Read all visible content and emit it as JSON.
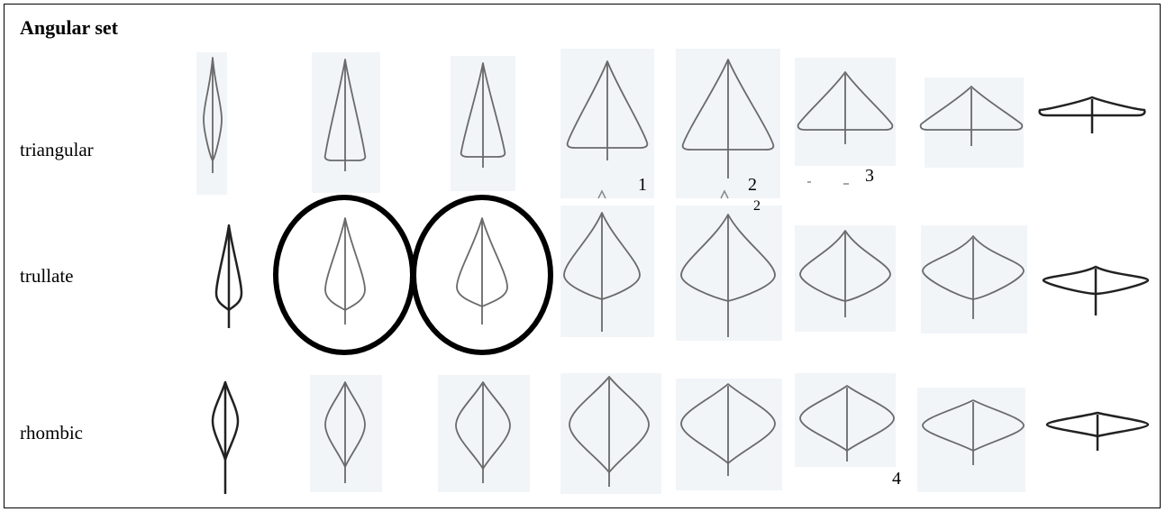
{
  "title": "Angular set",
  "rows": [
    {
      "label": "triangular"
    },
    {
      "label": "trullate"
    },
    {
      "label": "rhombic"
    }
  ],
  "markers": [
    "1",
    "2",
    "3",
    "4"
  ],
  "stray_mark": "2",
  "colors": {
    "panel": "#f1f5f8",
    "stroke": "#6a6a6a",
    "ink": "#000000"
  }
}
